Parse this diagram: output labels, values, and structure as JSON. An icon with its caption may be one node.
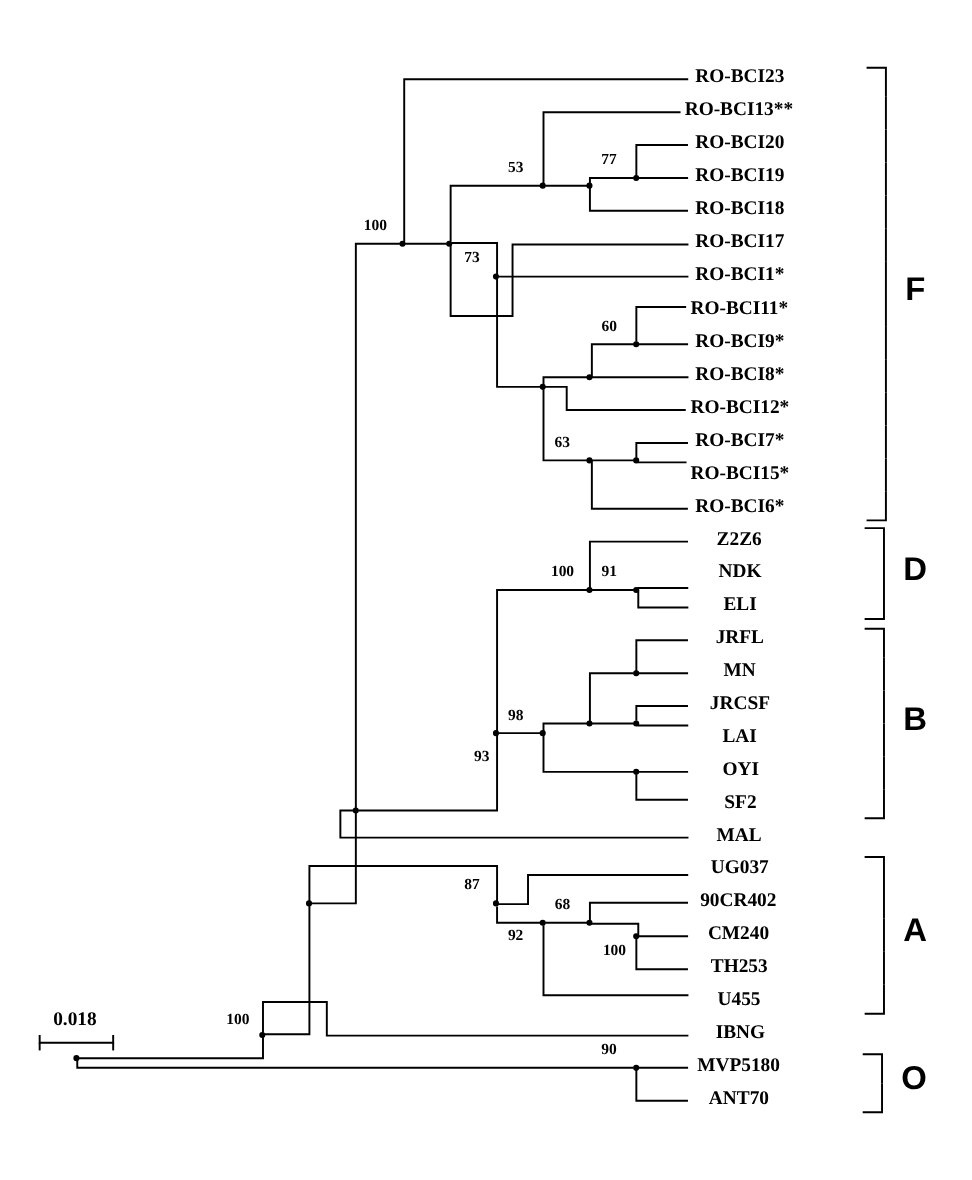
{
  "diagram": {
    "nodes": [
      {
        "text": [],
        "shape": "point"
      },
      {
        "text": [],
        "shape": "point"
      },
      {
        "text": [],
        "shape": "point"
      },
      {
        "text": [],
        "shape": "point"
      },
      {
        "text": [],
        "shape": "point"
      },
      {
        "text": [
          "RO-BCI23"
        ]
      },
      {
        "text": [],
        "shape": "point"
      },
      {
        "text": [],
        "shape": "point"
      },
      {
        "text": [
          "RO-BCI13**"
        ]
      },
      {
        "text": [],
        "shape": "point"
      },
      {
        "text": [],
        "shape": "point"
      },
      {
        "text": [
          "RO-BCI20"
        ]
      },
      {
        "text": [
          "RO-BCI19"
        ]
      },
      {
        "text": [
          "RO-BCI18"
        ]
      },
      {
        "text": [
          "RO-BCI17"
        ]
      },
      {
        "text": [],
        "shape": "point"
      },
      {
        "text": [
          "RO-BCI1*"
        ]
      },
      {
        "text": [],
        "shape": "point"
      },
      {
        "text": [],
        "shape": "point"
      },
      {
        "text": [],
        "shape": "point"
      },
      {
        "text": [
          "RO-BCI11*"
        ]
      },
      {
        "text": [
          "RO-BCI9*"
        ]
      },
      {
        "text": [
          "RO-BCI8*"
        ]
      },
      {
        "text": [
          "RO-BCI12*"
        ]
      },
      {
        "text": [],
        "shape": "point"
      },
      {
        "text": [],
        "shape": "point"
      },
      {
        "text": [
          "RO-BCI7*"
        ]
      },
      {
        "text": [
          "RO-BCI15*"
        ]
      },
      {
        "text": [
          "RO-BCI6*"
        ]
      },
      {
        "text": [],
        "shape": "point"
      },
      {
        "text": [],
        "shape": "point"
      },
      {
        "text": [
          "Z2Z6"
        ]
      },
      {
        "text": [],
        "shape": "point"
      },
      {
        "text": [
          "NDK"
        ]
      },
      {
        "text": [
          "ELI"
        ]
      },
      {
        "text": [],
        "shape": "point"
      },
      {
        "text": [],
        "shape": "point"
      },
      {
        "text": [],
        "shape": "point"
      },
      {
        "text": [
          "JRFL"
        ]
      },
      {
        "text": [
          "MN"
        ]
      },
      {
        "text": [],
        "shape": "point"
      },
      {
        "text": [
          "JRCSF"
        ]
      },
      {
        "text": [
          "LAI"
        ]
      },
      {
        "text": [],
        "shape": "point"
      },
      {
        "text": [
          "OYI"
        ]
      },
      {
        "text": [
          "SF2"
        ]
      },
      {
        "text": [
          "MAL"
        ]
      },
      {
        "text": [],
        "shape": "point"
      },
      {
        "text": [
          "UG037"
        ]
      },
      {
        "text": [],
        "shape": "point"
      },
      {
        "text": [],
        "shape": "point"
      },
      {
        "text": [
          "90CR402"
        ]
      },
      {
        "text": [],
        "shape": "point"
      },
      {
        "text": [
          "CM240"
        ]
      },
      {
        "text": [
          "TH253"
        ]
      },
      {
        "text": [
          "U455"
        ]
      },
      {
        "text": [
          "IBNG"
        ]
      },
      {
        "text": [],
        "shape": "point"
      },
      {
        "text": [
          "MVP5180"
        ]
      },
      {
        "text": [
          "ANT70"
        ]
      }
    ],
    "edges": [
      {
        "from": 0,
        "to": 1,
        "arrow": "none",
        "label": "100"
      },
      {
        "from": 1,
        "to": 2,
        "arrow": "none"
      },
      {
        "from": 2,
        "to": 3,
        "arrow": "none"
      },
      {
        "from": 3,
        "to": 4,
        "arrow": "none",
        "label": "100"
      },
      {
        "from": 4,
        "to": 5,
        "arrow": "none"
      },
      {
        "from": 4,
        "to": 6,
        "arrow": "none"
      },
      {
        "from": 6,
        "to": 7,
        "arrow": "none",
        "label": "53"
      },
      {
        "from": 7,
        "to": 8,
        "arrow": "none"
      },
      {
        "from": 7,
        "to": 9,
        "arrow": "none"
      },
      {
        "from": 9,
        "to": 10,
        "arrow": "none",
        "label": "77"
      },
      {
        "from": 10,
        "to": 11,
        "arrow": "none"
      },
      {
        "from": 10,
        "to": 12,
        "arrow": "none"
      },
      {
        "from": 9,
        "to": 13,
        "arrow": "none"
      },
      {
        "from": 6,
        "to": 14,
        "arrow": "none"
      },
      {
        "from": 6,
        "to": 15,
        "arrow": "none",
        "label": "73"
      },
      {
        "from": 15,
        "to": 16,
        "arrow": "none"
      },
      {
        "from": 15,
        "to": 17,
        "arrow": "none"
      },
      {
        "from": 17,
        "to": 18,
        "arrow": "none"
      },
      {
        "from": 18,
        "to": 19,
        "arrow": "none",
        "label": "60"
      },
      {
        "from": 19,
        "to": 20,
        "arrow": "none"
      },
      {
        "from": 19,
        "to": 21,
        "arrow": "none"
      },
      {
        "from": 18,
        "to": 22,
        "arrow": "none"
      },
      {
        "from": 17,
        "to": 23,
        "arrow": "none"
      },
      {
        "from": 17,
        "to": 24,
        "arrow": "none",
        "label": "63"
      },
      {
        "from": 24,
        "to": 25,
        "arrow": "none"
      },
      {
        "from": 25,
        "to": 26,
        "arrow": "none"
      },
      {
        "from": 25,
        "to": 27,
        "arrow": "none"
      },
      {
        "from": 24,
        "to": 28,
        "arrow": "none"
      },
      {
        "from": 3,
        "to": 29,
        "arrow": "none",
        "label": "93"
      },
      {
        "from": 29,
        "to": 30,
        "arrow": "none",
        "label": "100"
      },
      {
        "from": 30,
        "to": 31,
        "arrow": "none"
      },
      {
        "from": 30,
        "to": 32,
        "arrow": "none",
        "label": "91"
      },
      {
        "from": 32,
        "to": 33,
        "arrow": "none"
      },
      {
        "from": 32,
        "to": 34,
        "arrow": "none"
      },
      {
        "from": 29,
        "to": 35,
        "arrow": "none",
        "label": "98"
      },
      {
        "from": 35,
        "to": 36,
        "arrow": "none"
      },
      {
        "from": 36,
        "to": 37,
        "arrow": "none"
      },
      {
        "from": 37,
        "to": 38,
        "arrow": "none"
      },
      {
        "from": 37,
        "to": 39,
        "arrow": "none"
      },
      {
        "from": 36,
        "to": 40,
        "arrow": "none"
      },
      {
        "from": 40,
        "to": 41,
        "arrow": "none"
      },
      {
        "from": 40,
        "to": 42,
        "arrow": "none"
      },
      {
        "from": 35,
        "to": 43,
        "arrow": "none"
      },
      {
        "from": 43,
        "to": 44,
        "arrow": "none"
      },
      {
        "from": 43,
        "to": 45,
        "arrow": "none"
      },
      {
        "from": 3,
        "to": 46,
        "arrow": "none"
      },
      {
        "from": 2,
        "to": 47,
        "arrow": "none",
        "label": "87"
      },
      {
        "from": 47,
        "to": 48,
        "arrow": "none"
      },
      {
        "from": 47,
        "to": 49,
        "arrow": "none",
        "label": "92"
      },
      {
        "from": 49,
        "to": 50,
        "arrow": "none",
        "label": "68"
      },
      {
        "from": 50,
        "to": 51,
        "arrow": "none"
      },
      {
        "from": 50,
        "to": 52,
        "arrow": "none",
        "label": "100"
      },
      {
        "from": 52,
        "to": 53,
        "arrow": "none"
      },
      {
        "from": 52,
        "to": 54,
        "arrow": "none"
      },
      {
        "from": 49,
        "to": 55,
        "arrow": "none"
      },
      {
        "from": 1,
        "to": 56,
        "arrow": "none"
      },
      {
        "from": 0,
        "to": 57,
        "arrow": "none",
        "label": "90"
      },
      {
        "from": 57,
        "to": 58,
        "arrow": "none"
      },
      {
        "from": 57,
        "to": 59,
        "arrow": "none"
      }
    ],
    "labels": [
      "F",
      "D",
      "B",
      "0.018",
      "A",
      "O"
    ]
  }
}
